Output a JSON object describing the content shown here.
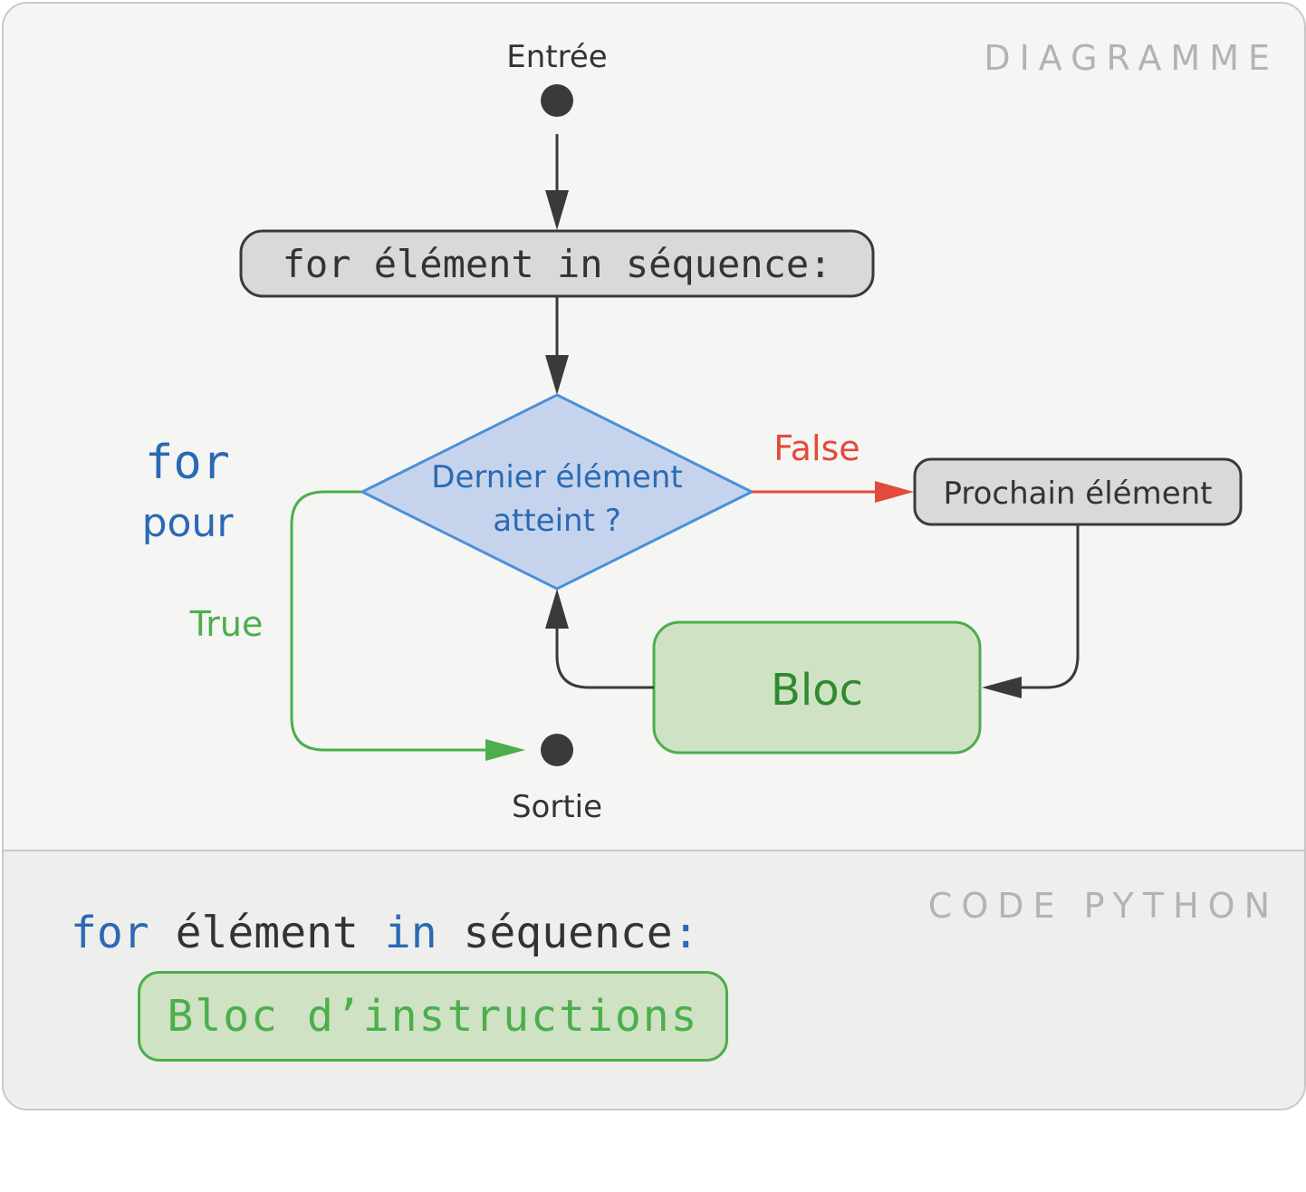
{
  "diagram": {
    "section_label": "DIAGRAMME",
    "entry_label": "Entrée",
    "exit_label": "Sortie",
    "loop_box_label": "for élément in séquence:",
    "decision_line1": "Dernier élément",
    "decision_line2": "atteint ?",
    "false_label": "False",
    "true_label": "True",
    "next_item_label": "Prochain élément",
    "block_label": "Bloc",
    "keyword": "for",
    "keyword_translation": "pour",
    "colors": {
      "neutral_fill": "#d9d9d9",
      "neutral_stroke": "#3a3a3a",
      "decision_fill": "#c5d4ec",
      "decision_stroke": "#4a90d9",
      "decision_text": "#2a6ab5",
      "false_color": "#e24a3b",
      "true_color": "#4cae4c",
      "block_fill": "#cfe2c4",
      "block_text": "#2f8a2f"
    }
  },
  "code": {
    "section_label": "CODE PYTHON",
    "kw_for": "for",
    "var": " élément ",
    "kw_in": "in",
    "seq": " séquence",
    "colon": ":",
    "block_text": "Bloc d’instructions"
  }
}
